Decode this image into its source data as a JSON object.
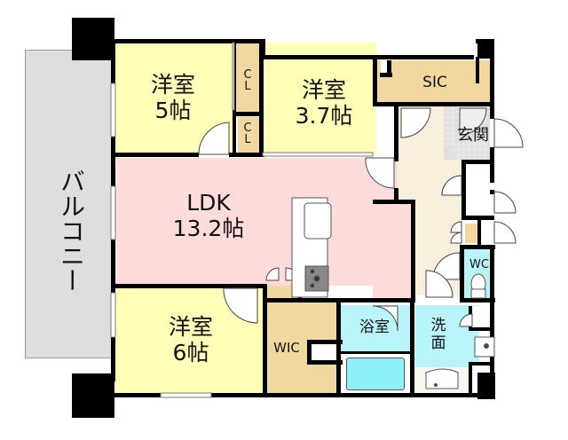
{
  "floorplan": {
    "balcony": {
      "label": "バルコニー",
      "color": "#dedede"
    },
    "rooms": [
      {
        "id": "western-5",
        "name": "洋室",
        "size": "5帖",
        "color": "#ffffb8"
      },
      {
        "id": "western-3-7",
        "name": "洋室",
        "size": "3.7帖",
        "color": "#ffffb8"
      },
      {
        "id": "ldk",
        "name": "LDK",
        "size": "13.2帖",
        "color": "#ffdcdc"
      },
      {
        "id": "western-6",
        "name": "洋室",
        "size": "6帖",
        "color": "#ffffb8"
      },
      {
        "id": "wic",
        "name": "WIC",
        "color": "#f0d8a0"
      },
      {
        "id": "sic",
        "name": "SIC",
        "color": "#f0d8a0"
      },
      {
        "id": "entrance",
        "name": "玄関",
        "color": "#e0e0e0"
      },
      {
        "id": "bathroom",
        "name": "浴室",
        "color": "#b8f4f8"
      },
      {
        "id": "washroom",
        "name": "洗面",
        "color": "#b8f4f8"
      },
      {
        "id": "wc",
        "name": "WC",
        "color": "#b8f4f8"
      },
      {
        "id": "hallway",
        "name": "",
        "color": "#f8f0dc"
      }
    ],
    "closets": [
      {
        "id": "cl-1",
        "label": "CL"
      },
      {
        "id": "cl-2",
        "label": "CL"
      }
    ],
    "colors": {
      "wall": "#000000",
      "closet": "#f0d8a0"
    }
  }
}
